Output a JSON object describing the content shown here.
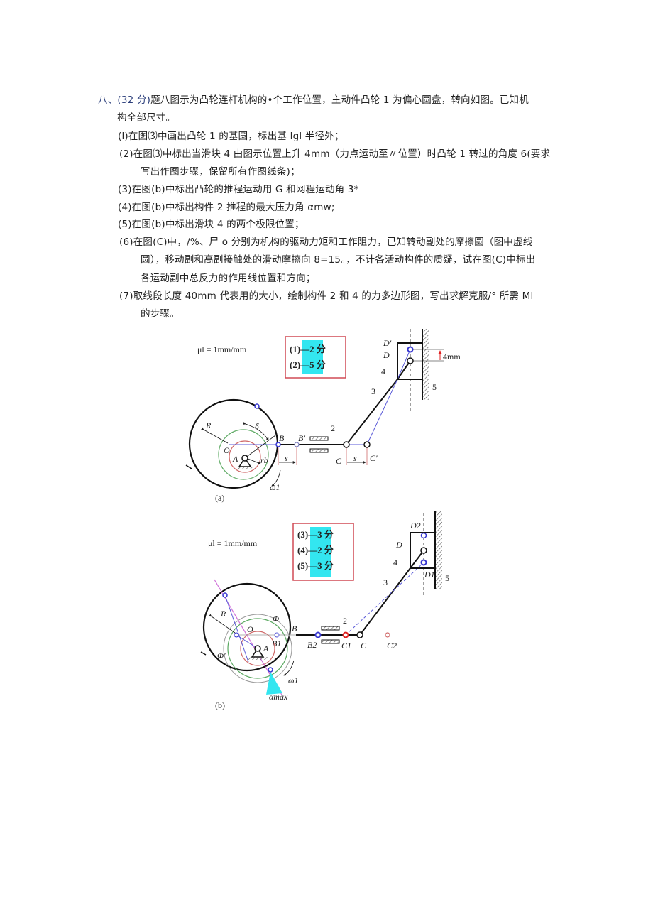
{
  "question": {
    "prefix": "八、",
    "points": "(32 分)",
    "intro_line1": "题八图示为凸轮连杆机构的•个工作位置，主动件凸轮 1 为偏心圆盘，转向如图。已知机",
    "intro_line2": "构全部尺寸。",
    "items": [
      {
        "lines": [
          "(l)在图⑶中画出凸轮 1 的基圆，标出基 lgl 半径外；"
        ]
      },
      {
        "lines": [
          "(2)在图⑶中标出当滑块 4 由图示位置上升 4mm（力点运动至〃位置）时凸轮 1 转过的角度 6(要求",
          "写出作图步骤，保留所有作图线条)；"
        ]
      },
      {
        "lines": [
          "(3)在图(b)中标出凸轮的推程运动用 G 和网程运动角 3*"
        ]
      },
      {
        "lines": [
          "(4)在图(b)中标出构件 2 推程的最大压力角 αmw;"
        ]
      },
      {
        "lines": [
          "(5)在图(b)中标出滑块 4 的两个极限位置；"
        ]
      },
      {
        "lines": [
          "(6)在图(C)中，/%、尸 o 分别为机构的驱动力矩和工作阻力，已知转动副处的摩擦圆（图中虚线",
          "圆），移动副和高副接触处的滑动摩擦向 8=15。，不计各活动构件的质疑，试在图(C)中标出",
          "各运动副中总反力的作用线位置和方向；"
        ]
      },
      {
        "lines": [
          "(7)取线段长度 40mm 代表用的大小，绘制构件 2 和 4 的力多边形图，写出求解克服/° 所需 Ml",
          "的步骤。"
        ]
      }
    ]
  },
  "figure_a": {
    "caption": "(a)",
    "scale": "μl = 1mm/mm",
    "scores": [
      "(1)—2 分",
      "(2)—5 分"
    ],
    "labels": {
      "R": "R",
      "delta": "δ",
      "O": "O",
      "A": "A",
      "rb": "rb",
      "B": "B",
      "Bp": "B′",
      "C": "C",
      "Cp": "C′",
      "s1": "s",
      "s2": "s",
      "omega": "ω1",
      "D": "D",
      "Dp": "D′",
      "n2": "2",
      "n3": "3",
      "n4": "4",
      "n5": "5",
      "dist": "4mm"
    }
  },
  "figure_b": {
    "caption": "(b)",
    "scale": "μl = 1mm/mm",
    "scores": [
      "(3)—3 分",
      "(4)—2 分",
      "(5)—3 分"
    ],
    "labels": {
      "R": "R",
      "Phi": "Φ",
      "Phip": "Φ′",
      "O": "O",
      "A": "A",
      "B": "B",
      "B1": "B1",
      "B2": "B2",
      "C": "C",
      "C1": "C1",
      "C2": "C2",
      "omega": "ω1",
      "alpha": "αmax",
      "D": "D",
      "D1": "D1",
      "D2": "D2",
      "n2": "2",
      "n3": "3",
      "n4": "4",
      "n5": "5"
    }
  },
  "colors": {
    "highlight": "#33e6f0",
    "box_border": "#d04a55",
    "construction_blue": "#5a5ad8",
    "green": "#5aa860",
    "red_circle": "#d06a6a",
    "magenta": "#d070d8"
  }
}
